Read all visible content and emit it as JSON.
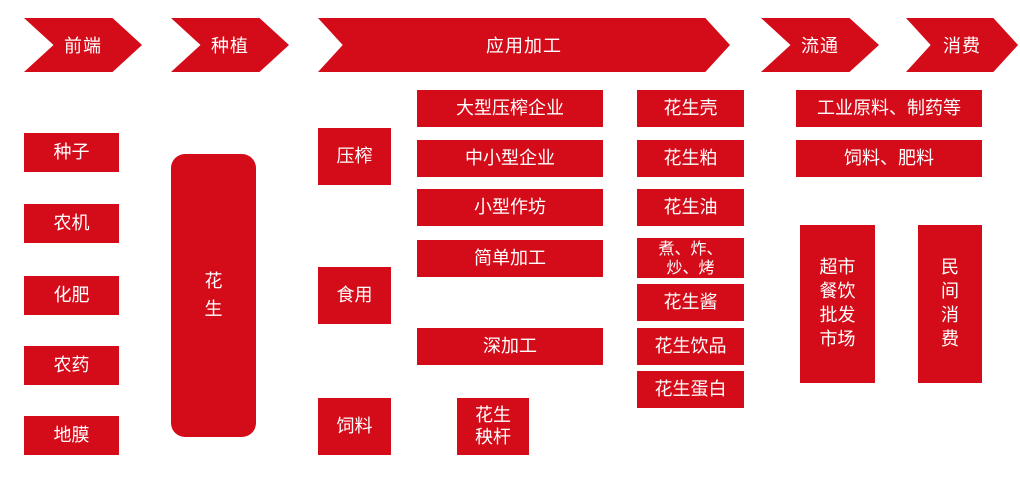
{
  "colors": {
    "accent": "#d40c1a",
    "text": "#ffffff",
    "background": "#ffffff"
  },
  "header": {
    "stage1": "前端",
    "stage2": "种植",
    "stage3": "应用加工",
    "stage4": "流通",
    "stage5": "消费"
  },
  "front": {
    "seed": "种子",
    "machinery": "农机",
    "fertilizer": "化肥",
    "pesticide": "农药",
    "film": "地膜"
  },
  "plant": {
    "peanut": "花\n生"
  },
  "usage": {
    "press": "压榨",
    "food": "食用",
    "feed": "饲料"
  },
  "processing": {
    "large": "大型压榨企业",
    "medium": "中小型企业",
    "small": "小型作坊",
    "simple": "简单加工",
    "deep": "深加工",
    "straw": "花生\n秧杆"
  },
  "products": {
    "shell": "花生壳",
    "meal": "花生粕",
    "oil": "花生油",
    "cooked": "煮、炸、\n炒、烤",
    "sauce": "花生酱",
    "drink": "花生饮品",
    "protein": "花生蛋白"
  },
  "circulation": {
    "industrial": "工业原料、制药等",
    "feed_fertilizer": "饲料、肥料",
    "market": "超市\n餐饮\n批发\n市场"
  },
  "consumption": {
    "civil": "民\n间\n消\n费"
  }
}
